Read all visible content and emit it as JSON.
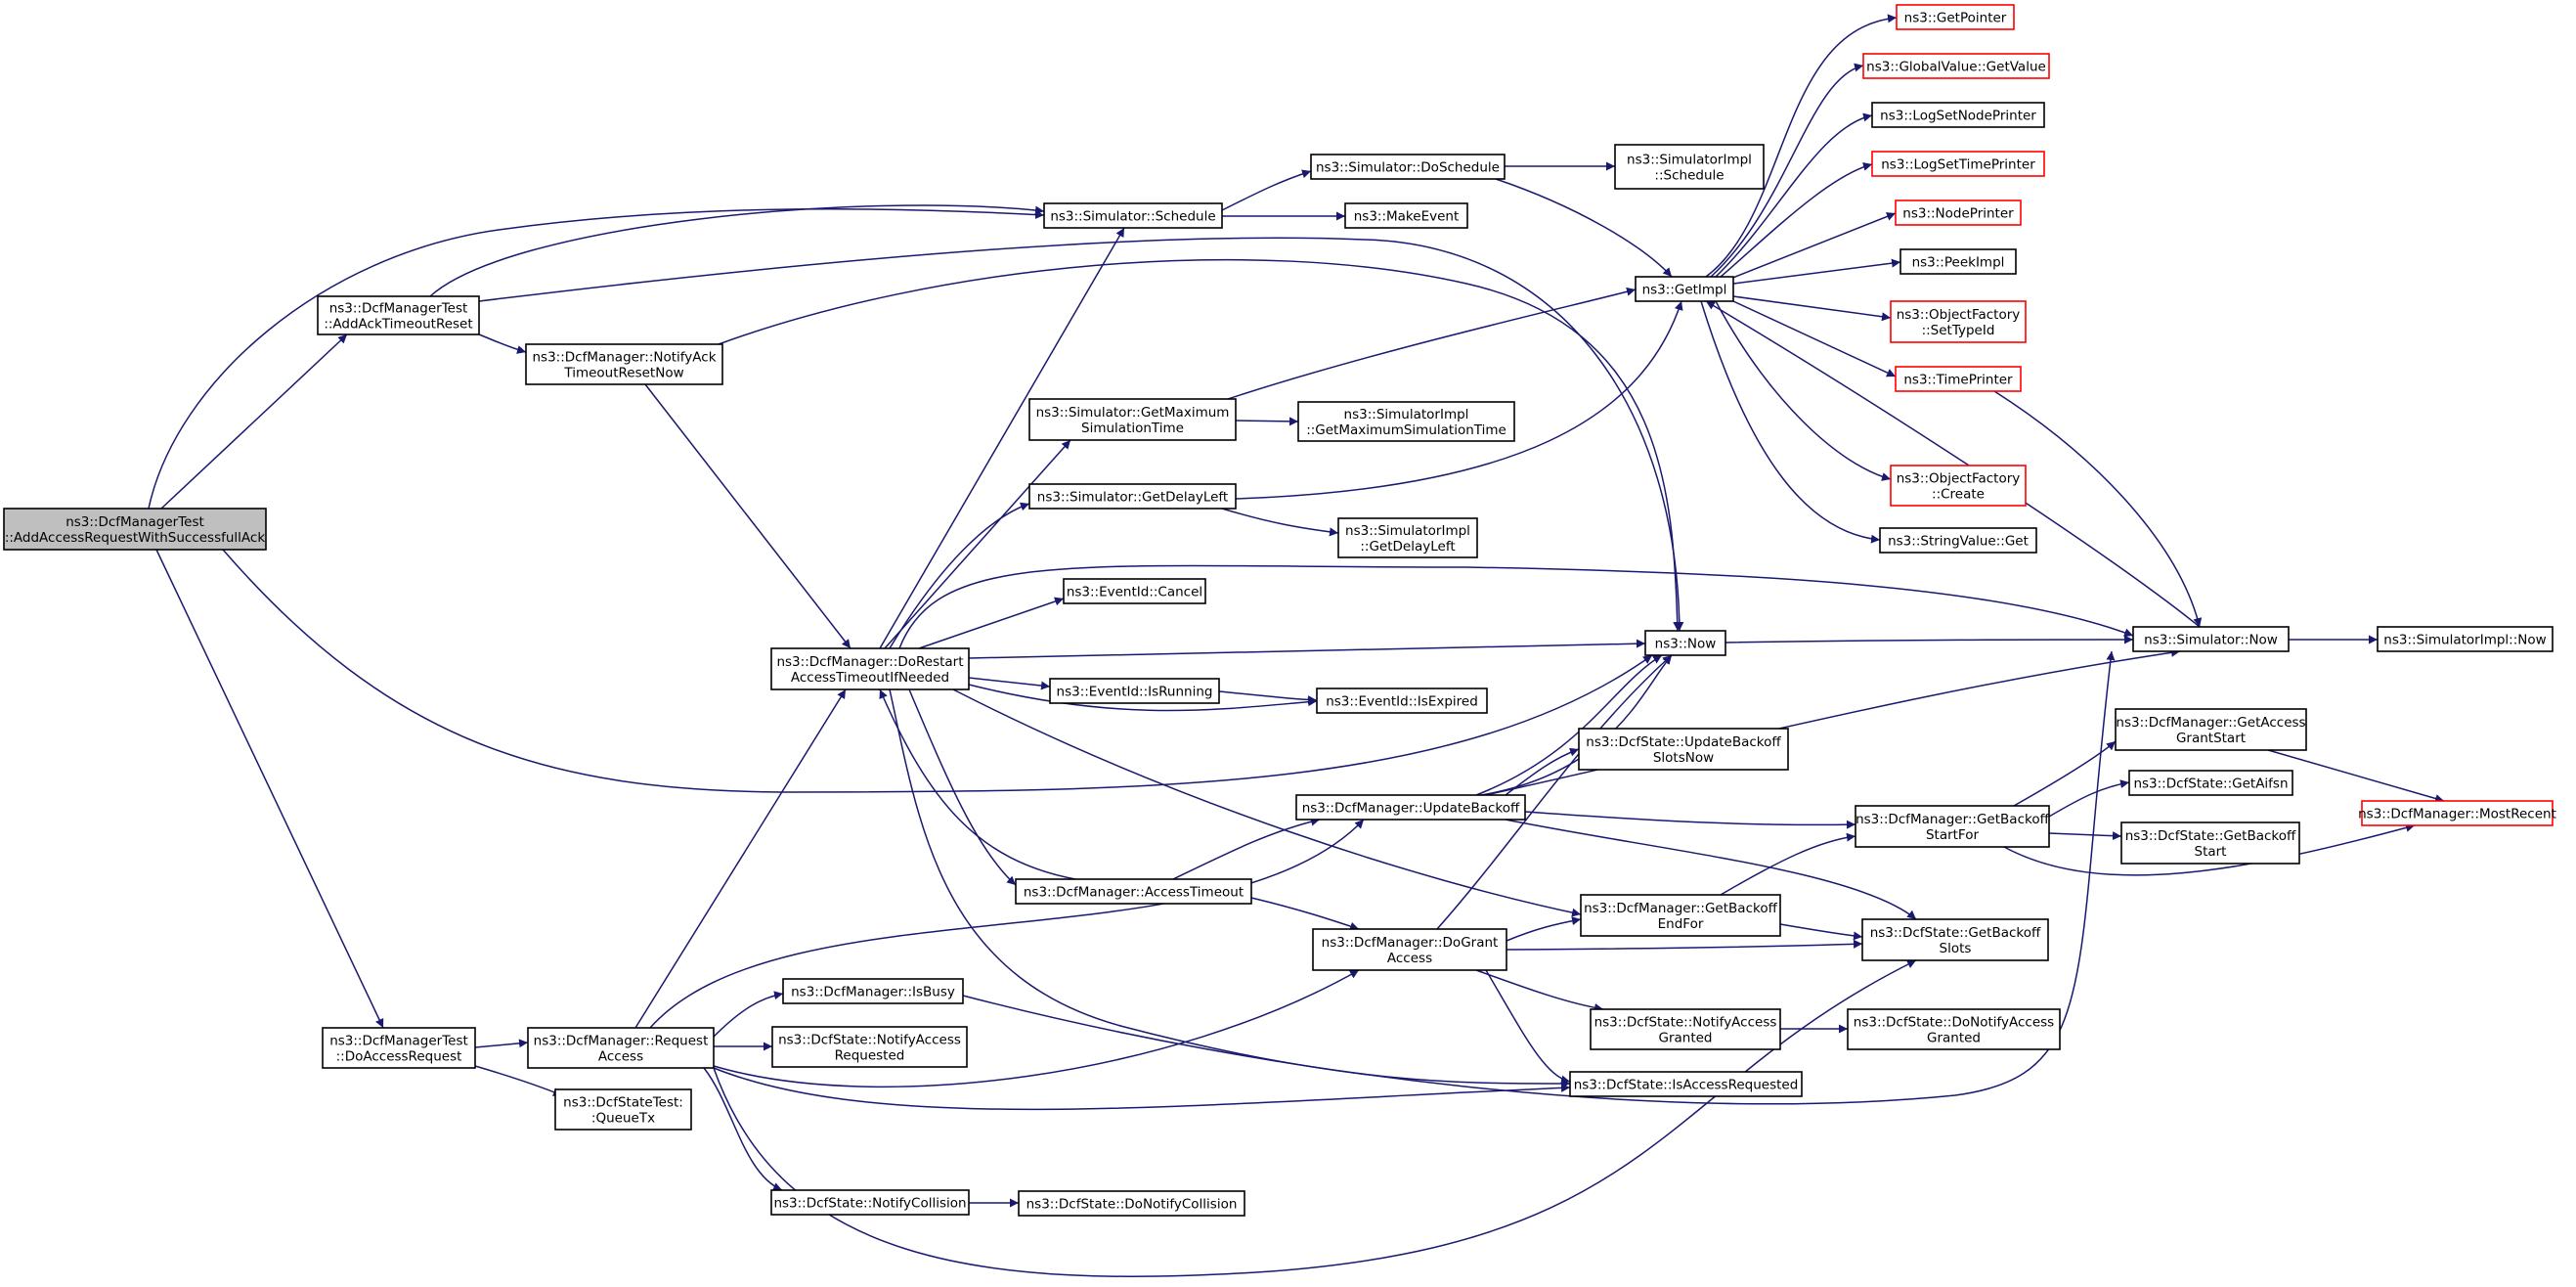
{
  "colors": {
    "edge": "#191970",
    "node_border": "#000000",
    "node_border_undocumented": "#ff0000",
    "root_fill": "#bfbfbf",
    "node_fill": "#ffffff"
  },
  "nodes": [
    {
      "id": "root",
      "lines": [
        "ns3::DcfManagerTest",
        "::AddAccessRequestWithSuccessfullAck"
      ],
      "style": "root"
    },
    {
      "id": "addack",
      "lines": [
        "ns3::DcfManagerTest",
        "::AddAckTimeoutReset"
      ],
      "style": "normal"
    },
    {
      "id": "doaccess",
      "lines": [
        "ns3::DcfManagerTest",
        "::DoAccessRequest"
      ],
      "style": "normal"
    },
    {
      "id": "notifyack",
      "lines": [
        "ns3::DcfManager::NotifyAck",
        "TimeoutResetNow"
      ],
      "style": "normal"
    },
    {
      "id": "schedule",
      "lines": [
        "ns3::Simulator::Schedule"
      ],
      "style": "normal"
    },
    {
      "id": "doschedule",
      "lines": [
        "ns3::Simulator::DoSchedule"
      ],
      "style": "normal"
    },
    {
      "id": "implschedule",
      "lines": [
        "ns3::SimulatorImpl",
        "::Schedule"
      ],
      "style": "normal"
    },
    {
      "id": "makeevent",
      "lines": [
        "ns3::MakeEvent"
      ],
      "style": "normal"
    },
    {
      "id": "getimpl",
      "lines": [
        "ns3::GetImpl"
      ],
      "style": "normal"
    },
    {
      "id": "getpointer",
      "lines": [
        "ns3::GetPointer"
      ],
      "style": "undocumented"
    },
    {
      "id": "gvgetvalue",
      "lines": [
        "ns3::GlobalValue::GetValue"
      ],
      "style": "undocumented"
    },
    {
      "id": "lognode",
      "lines": [
        "ns3::LogSetNodePrinter"
      ],
      "style": "normal"
    },
    {
      "id": "logtime",
      "lines": [
        "ns3::LogSetTimePrinter"
      ],
      "style": "undocumented"
    },
    {
      "id": "nodeprinter",
      "lines": [
        "ns3::NodePrinter"
      ],
      "style": "undocumented"
    },
    {
      "id": "peekimpl",
      "lines": [
        "ns3::PeekImpl"
      ],
      "style": "normal"
    },
    {
      "id": "settypeid",
      "lines": [
        "ns3::ObjectFactory",
        "::SetTypeId"
      ],
      "style": "undocumented"
    },
    {
      "id": "timeprinter",
      "lines": [
        "ns3::TimePrinter"
      ],
      "style": "undocumented"
    },
    {
      "id": "ofcreate",
      "lines": [
        "ns3::ObjectFactory",
        "::Create"
      ],
      "style": "undocumented"
    },
    {
      "id": "stringget",
      "lines": [
        "ns3::StringValue::Get"
      ],
      "style": "normal"
    },
    {
      "id": "getmaxsim",
      "lines": [
        "ns3::Simulator::GetMaximum",
        "SimulationTime"
      ],
      "style": "normal"
    },
    {
      "id": "implgetmax",
      "lines": [
        "ns3::SimulatorImpl",
        "::GetMaximumSimulationTime"
      ],
      "style": "normal"
    },
    {
      "id": "getdelay",
      "lines": [
        "ns3::Simulator::GetDelayLeft"
      ],
      "style": "normal"
    },
    {
      "id": "implgetdelay",
      "lines": [
        "ns3::SimulatorImpl",
        "::GetDelayLeft"
      ],
      "style": "normal"
    },
    {
      "id": "cancel",
      "lines": [
        "ns3::EventId::Cancel"
      ],
      "style": "normal"
    },
    {
      "id": "dorestart",
      "lines": [
        "ns3::DcfManager::DoRestart",
        "AccessTimeoutIfNeeded"
      ],
      "style": "normal"
    },
    {
      "id": "isrunning",
      "lines": [
        "ns3::EventId::IsRunning"
      ],
      "style": "normal"
    },
    {
      "id": "isexpired",
      "lines": [
        "ns3::EventId::IsExpired"
      ],
      "style": "normal"
    },
    {
      "id": "now",
      "lines": [
        "ns3::Now"
      ],
      "style": "normal"
    },
    {
      "id": "simnow",
      "lines": [
        "ns3::Simulator::Now"
      ],
      "style": "normal"
    },
    {
      "id": "implnow",
      "lines": [
        "ns3::SimulatorImpl::Now"
      ],
      "style": "normal"
    },
    {
      "id": "updbackoffnow",
      "lines": [
        "ns3::DcfState::UpdateBackoff",
        "SlotsNow"
      ],
      "style": "normal"
    },
    {
      "id": "updatebackoff",
      "lines": [
        "ns3::DcfManager::UpdateBackoff"
      ],
      "style": "normal"
    },
    {
      "id": "getaccessgrant",
      "lines": [
        "ns3::DcfManager::GetAccess",
        "GrantStart"
      ],
      "style": "normal"
    },
    {
      "id": "getaifsn",
      "lines": [
        "ns3::DcfState::GetAifsn"
      ],
      "style": "normal"
    },
    {
      "id": "mostrecent",
      "lines": [
        "ns3::DcfManager::MostRecent"
      ],
      "style": "undocumented"
    },
    {
      "id": "getbackoffstart",
      "lines": [
        "ns3::DcfManager::GetBackoff",
        "StartFor"
      ],
      "style": "normal"
    },
    {
      "id": "dsgetbackoffstart",
      "lines": [
        "ns3::DcfState::GetBackoff",
        "Start"
      ],
      "style": "normal"
    },
    {
      "id": "accesstimeout",
      "lines": [
        "ns3::DcfManager::AccessTimeout"
      ],
      "style": "normal"
    },
    {
      "id": "getbackoffend",
      "lines": [
        "ns3::DcfManager::GetBackoff",
        "EndFor"
      ],
      "style": "normal"
    },
    {
      "id": "getbackoffslots",
      "lines": [
        "ns3::DcfState::GetBackoff",
        "Slots"
      ],
      "style": "normal"
    },
    {
      "id": "dogrant",
      "lines": [
        "ns3::DcfManager::DoGrant",
        "Access"
      ],
      "style": "normal"
    },
    {
      "id": "notifygranted",
      "lines": [
        "ns3::DcfState::NotifyAccess",
        "Granted"
      ],
      "style": "normal"
    },
    {
      "id": "donotifygranted",
      "lines": [
        "ns3::DcfState::DoNotifyAccess",
        "Granted"
      ],
      "style": "normal"
    },
    {
      "id": "isaccessreq",
      "lines": [
        "ns3::DcfState::IsAccessRequested"
      ],
      "style": "normal"
    },
    {
      "id": "requestaccess",
      "lines": [
        "ns3::DcfManager::Request",
        "Access"
      ],
      "style": "normal"
    },
    {
      "id": "isbusy",
      "lines": [
        "ns3::DcfManager::IsBusy"
      ],
      "style": "normal"
    },
    {
      "id": "notifyreq",
      "lines": [
        "ns3::DcfState::NotifyAccess",
        "Requested"
      ],
      "style": "normal"
    },
    {
      "id": "queuetx",
      "lines": [
        "ns3::DcfStateTest:",
        ":QueueTx"
      ],
      "style": "normal"
    },
    {
      "id": "notifycoll",
      "lines": [
        "ns3::DcfState::NotifyCollision"
      ],
      "style": "normal"
    },
    {
      "id": "donotifycoll",
      "lines": [
        "ns3::DcfState::DoNotifyCollision"
      ],
      "style": "normal"
    }
  ]
}
